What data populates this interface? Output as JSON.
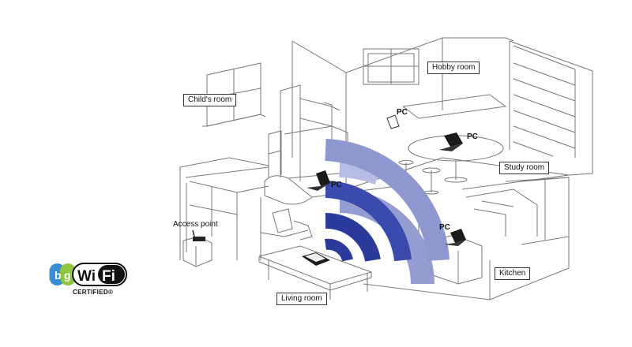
{
  "labels": {
    "childs_room": "Child's room",
    "hobby_room": "Hobby room",
    "study_room": "Study room",
    "kitchen": "Kitchen",
    "living_room": "Living room",
    "access_point": "Access point",
    "pc_1": "PC",
    "pc_2": "PC",
    "pc_3": "PC",
    "pc_4": "PC"
  },
  "logo": {
    "b": "b",
    "g": "g",
    "wi": "Wi",
    "fi": "Fi",
    "certified": "CERTIFIED®"
  },
  "colors": {
    "wifi_wave_inner": "#2b3a9b",
    "wifi_wave_outer": "#8e97d0",
    "logo_b": "#3a8fd0",
    "logo_g": "#8ec63f",
    "logo_dark": "#111111"
  }
}
